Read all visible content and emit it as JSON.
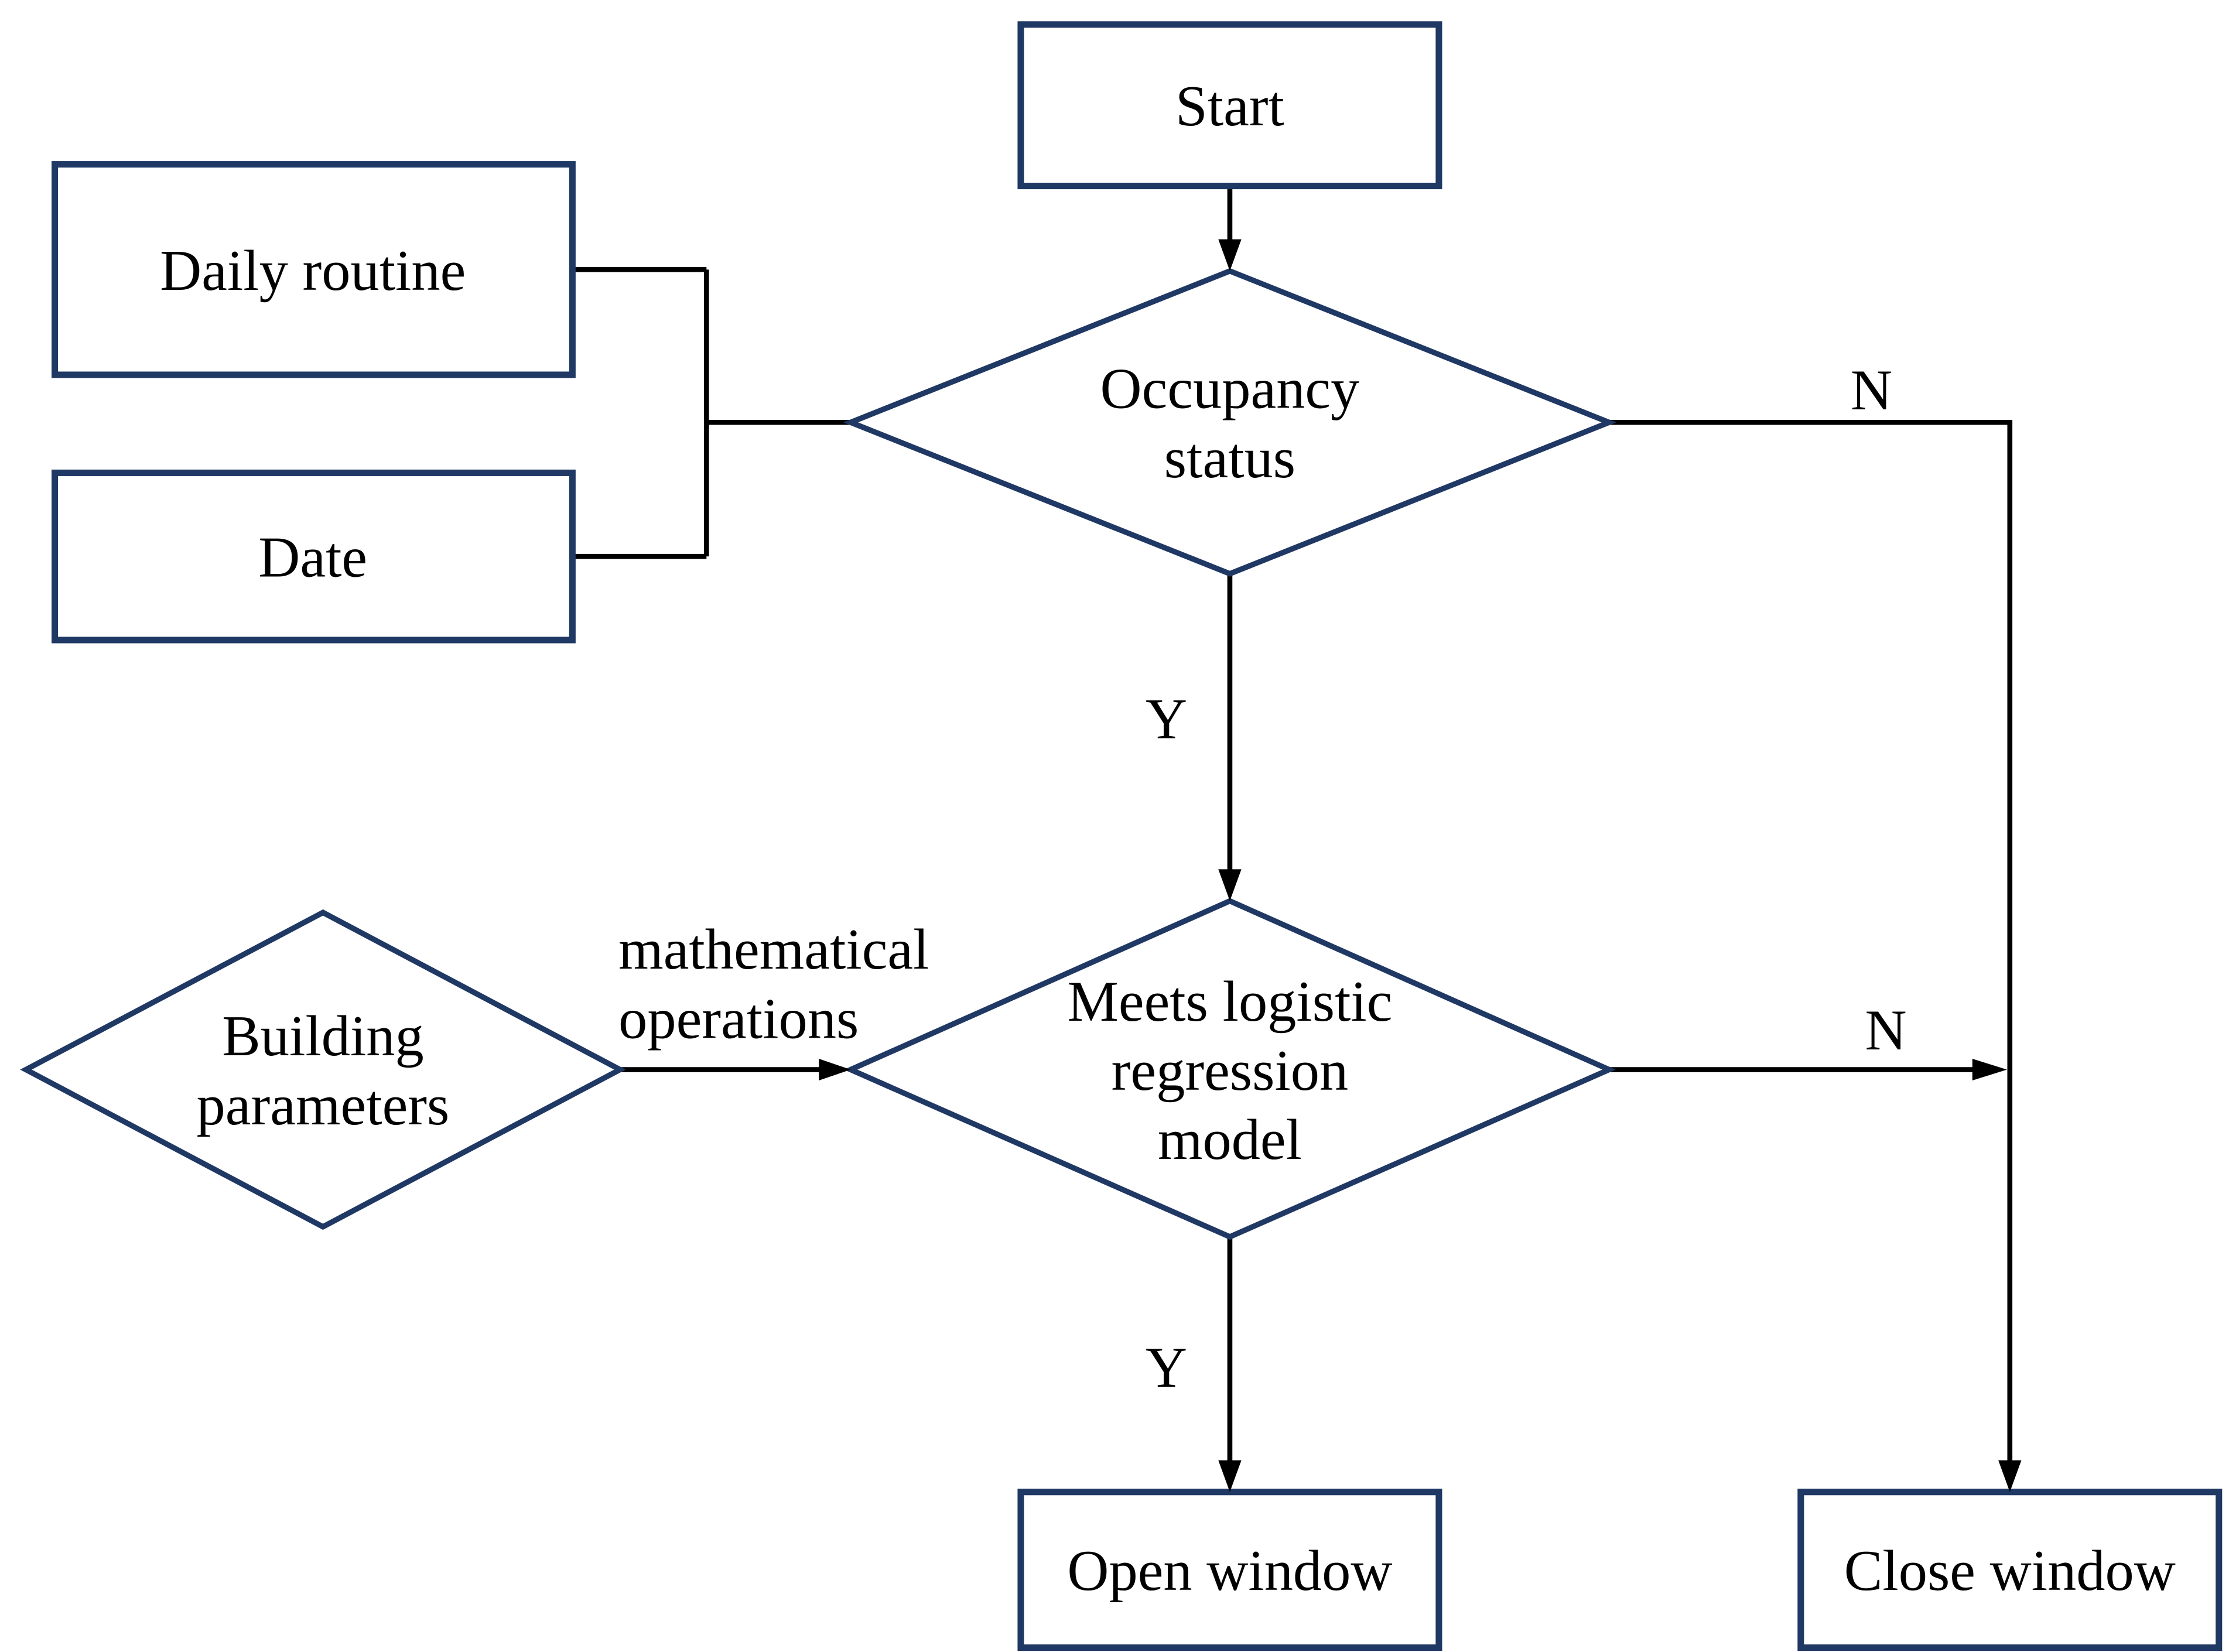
{
  "figure": {
    "type": "flowchart",
    "background": "#ffffff",
    "colors": {
      "node_border": "#1f3864",
      "connector": "#000000",
      "text": "#000000"
    },
    "nodes": {
      "start": {
        "shape": "rectangle",
        "label": "Start"
      },
      "daily_routine": {
        "shape": "rectangle",
        "label": "Daily routine"
      },
      "date": {
        "shape": "rectangle",
        "label": "Date"
      },
      "occupancy_status": {
        "shape": "diamond",
        "lines": {
          "l1": "Occupancy",
          "l2": "status"
        }
      },
      "building_parameters": {
        "shape": "diamond",
        "lines": {
          "l1": "Building",
          "l2": "parameters"
        }
      },
      "logistic_model": {
        "shape": "diamond",
        "lines": {
          "l1": "Meets logistic",
          "l2": "regression",
          "l3": "model"
        }
      },
      "open_window": {
        "shape": "rectangle",
        "label": "Open window"
      },
      "close_window": {
        "shape": "rectangle",
        "label": "Close window"
      }
    },
    "edge_labels": {
      "occupancy_no": "N",
      "occupancy_yes": "Y",
      "logistic_no": "N",
      "logistic_yes": "Y",
      "math_ops": {
        "l1": "mathematical",
        "l2": "operations"
      }
    }
  }
}
